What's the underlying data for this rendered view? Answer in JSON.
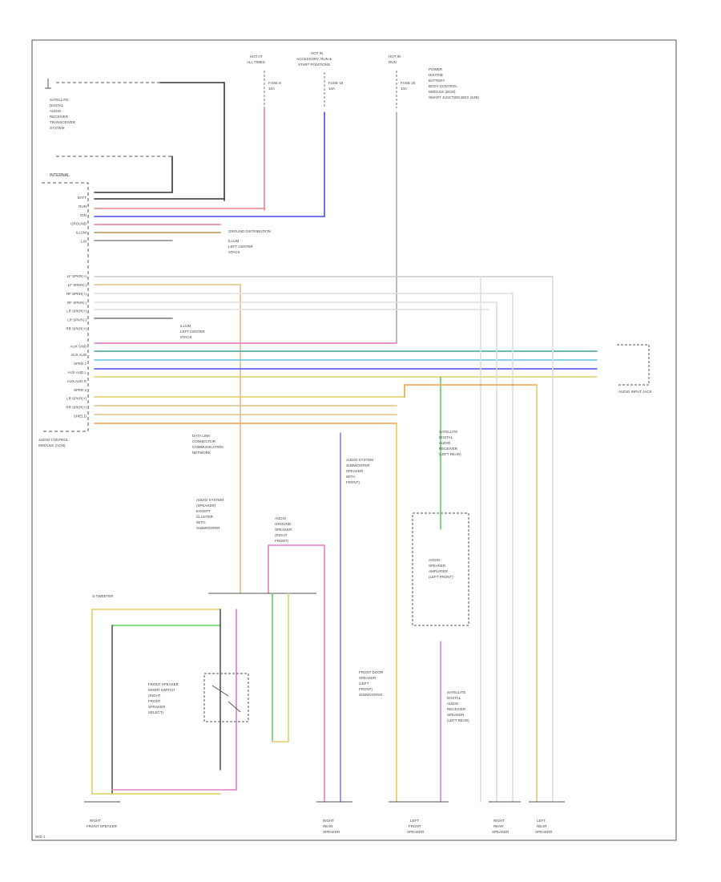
{
  "diagram": {
    "page_id": "W/D 1",
    "module": {
      "header": "INTERNAL",
      "name_line1": "AUDIO CONTROL",
      "name_line2": "MODULE (ACM)",
      "pins": [
        "BATT",
        "RUN",
        "IGN",
        "GROUND",
        "ILLUM",
        "LIN",
        "",
        "",
        "",
        "LF SPKR(+)",
        "LF SPKR(-)",
        "RF SPKR(+)",
        "RF SPKR(-)",
        "LR SPKR(+)",
        "LR SPKR(-)",
        "RR SPKR(+)",
        "",
        "AUX GND",
        "AUX AUD",
        "SPKR 1",
        "AUX AUD L",
        "AUX AUD R",
        "SPKR 2",
        "LR SPKR(+)",
        "RR SPKR(+)",
        "SHIELD"
      ]
    },
    "fuses": [
      {
        "title_line1": "HOT AT",
        "title_line2": "ALL TIMES",
        "fuse": "FUSE 8",
        "amps": "10A"
      },
      {
        "title_line1": "HOT IN",
        "title_line2": "ACCESSORY, RUN &",
        "title_line3": "START POSITIONS",
        "fuse": "FUSE 18",
        "amps": "10A"
      },
      {
        "title_line1": "HOT IN",
        "title_line2": "RUN",
        "fuse": "FUSE 25",
        "amps": "10A"
      }
    ],
    "top_left_notes": [
      "SATELLITE",
      "DIGITAL",
      "AUDIO",
      "RECEIVER",
      "TRANSCEIVER",
      "SYSTEM"
    ],
    "fuse3_notes": [
      "POWER",
      "DISTRIB",
      "BATTERY",
      "BODY CONTROL",
      "MODULE (BCM)",
      "SMART JUNCTION BOX (SJB)"
    ],
    "module_notes": {
      "ground": "GROUND DISTRIBUTION",
      "ilm": [
        "ILLUM",
        "LEFT CENTER",
        "STACK"
      ],
      "illum2": [
        "ILLUM",
        "LEFT CENTER",
        "STACK"
      ],
      "data_link": [
        "DATA LINK",
        "CONNECTOR",
        "COMMUNICATION",
        "NETWORK"
      ]
    },
    "aux_input": "AUDIO INPUT JACK",
    "components": {
      "front_speaker_switch": [
        "FRONT SPEAKER",
        "MIXER SWITCH",
        "(RIGHT",
        "FRONT",
        "SPEAKER",
        "SELECT)"
      ],
      "amp_note": [
        "AUDIO SYSTEM",
        "(SPEAKER)",
        "EXCEPT",
        "CLUSTER",
        "WITH",
        "SUBWOOFER"
      ],
      "ground_note": [
        "AUDIO",
        "GROUND",
        "SPEAKER",
        "(RIGHT",
        "FRONT)"
      ],
      "sub_note": [
        "AUDIO SYSTEM",
        "SUBWOOFER",
        "SPEAKER",
        "WITH",
        "FRONT)"
      ],
      "lr_note": [
        "SATELLITE",
        "DIGITAL",
        "AUDIO",
        "RECEIVER",
        "(LEFT REAR)"
      ],
      "audio_unit": [
        "AUDIO",
        "SPEAKER",
        "AMPLIFIER",
        "(LEFT FRONT)"
      ],
      "left_rear_note": [
        "SATELLITE",
        "DIGITAL",
        "AUDIO",
        "RECEIVER",
        "SPEAKER",
        "(LEFT REAR)"
      ],
      "mid_note": [
        "FRONT DOOR",
        "SPEAKER",
        "(LEFT",
        "FRONT)",
        "SUBWOOFER"
      ],
      "splice": "S-TWEETER"
    },
    "bottom_labels": [
      {
        "line1": "RIGHT",
        "line2": "FRONT SPEAKER"
      },
      {
        "line1": "RIGHT",
        "line2": "REAR",
        "line3": "SPEAKER"
      },
      {
        "line1": "LEFT",
        "line2": "FRONT",
        "line3": "SPEAKER"
      },
      {
        "line1": "RIGHT",
        "line2": "REAR",
        "line3": "SPEAKER"
      },
      {
        "line1": "LEFT",
        "line2": "REAR",
        "line3": "SPEAKER"
      }
    ],
    "wire_colors": {
      "red": "#e8808a",
      "blue": "#4a4af0",
      "violet": "#b070e0",
      "green": "#60d060",
      "teal": "#40a0a0",
      "cyan": "#60c0e0",
      "yellow": "#e0d060",
      "orange": "#f0a040",
      "tan": "#e0c080",
      "pink": "#e080c0",
      "gray": "#999999",
      "dark": "#333333"
    }
  }
}
